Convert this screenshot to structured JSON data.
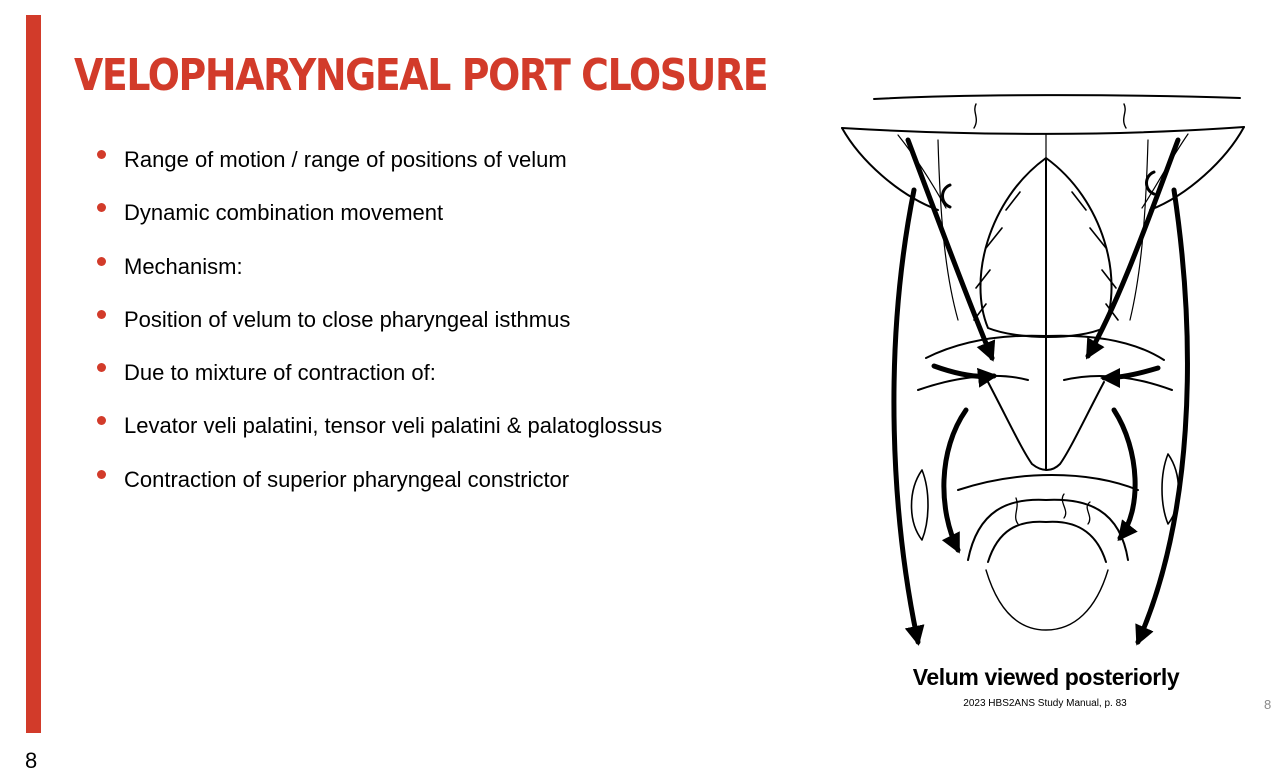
{
  "slide": {
    "title": "VELOPHARYNGEAL PORT CLOSURE",
    "bullets": [
      "Range of motion / range of positions of velum",
      "Dynamic combination movement",
      "Mechanism:",
      "Position of velum to close pharyngeal isthmus",
      "Due to mixture of contraction of:",
      "Levator veli palatini, tensor veli palatini & palatoglossus",
      "Contraction of superior pharyngeal constrictor"
    ],
    "figure_caption": "Velum viewed posteriorly",
    "figure_source": "2023 HBS2ANS Study Manual, p. 83",
    "slide_number": "8"
  },
  "page": {
    "number": "8"
  },
  "colors": {
    "accent": "#d23b2a",
    "text": "#000000",
    "muted": "#8a8a8a"
  }
}
